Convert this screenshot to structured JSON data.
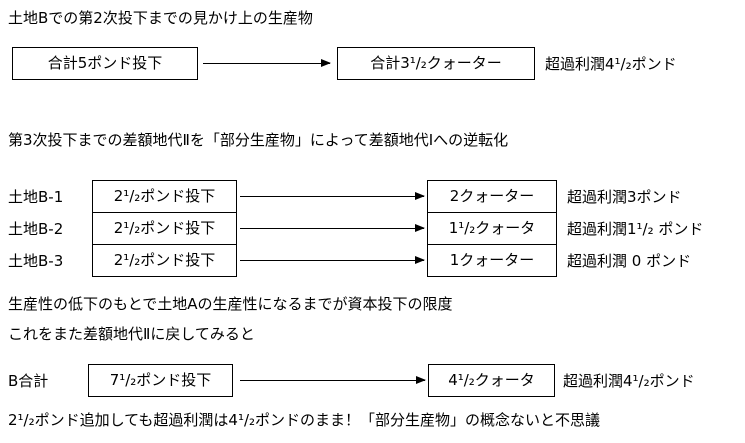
{
  "page": {
    "background": "#ffffff",
    "text_color": "#000000",
    "border_color": "#000000"
  },
  "section1": {
    "heading": "土地Bでの第2次投下までの見かけ上の生産物",
    "flow": {
      "input_box": "合計5ポンド投下",
      "output_box": "合計3¹/₂クォーター",
      "profit": "超過利潤4¹/₂ポンド"
    }
  },
  "section2": {
    "heading": "第3次投下までの差額地代Ⅱを「部分生産物」によって差額地代Ⅰへの逆転化",
    "rows": [
      {
        "label": "土地B-1",
        "input": "2¹/₂ポンド投下",
        "output": "2クォーター",
        "profit": "超過利潤3ポンド"
      },
      {
        "label": "土地B-2",
        "input": "2¹/₂ポンド投下",
        "output": "1¹/₂クォータ",
        "profit": "超過利潤1¹/₂ ポンド"
      },
      {
        "label": "土地B-3",
        "input": "2¹/₂ポンド投下",
        "output": "1クォーター",
        "profit": "超過利潤 0 ポンド"
      }
    ],
    "note1": "生産性の低下のもとで土地Aの生産性になるまでが資本投下の限度",
    "note2": "これをまた差額地代Ⅱに戻してみると"
  },
  "section3": {
    "total_row": {
      "label": "B合計",
      "input": "7¹/₂ポンド投下",
      "output": "4¹/₂クォータ",
      "profit": "超過利潤4¹/₂ポンド"
    },
    "footnote": "2¹/₂ポンド追加しても超過利潤は4¹/₂ポンドのまま！「部分生産物」の概念ないと不思議"
  }
}
